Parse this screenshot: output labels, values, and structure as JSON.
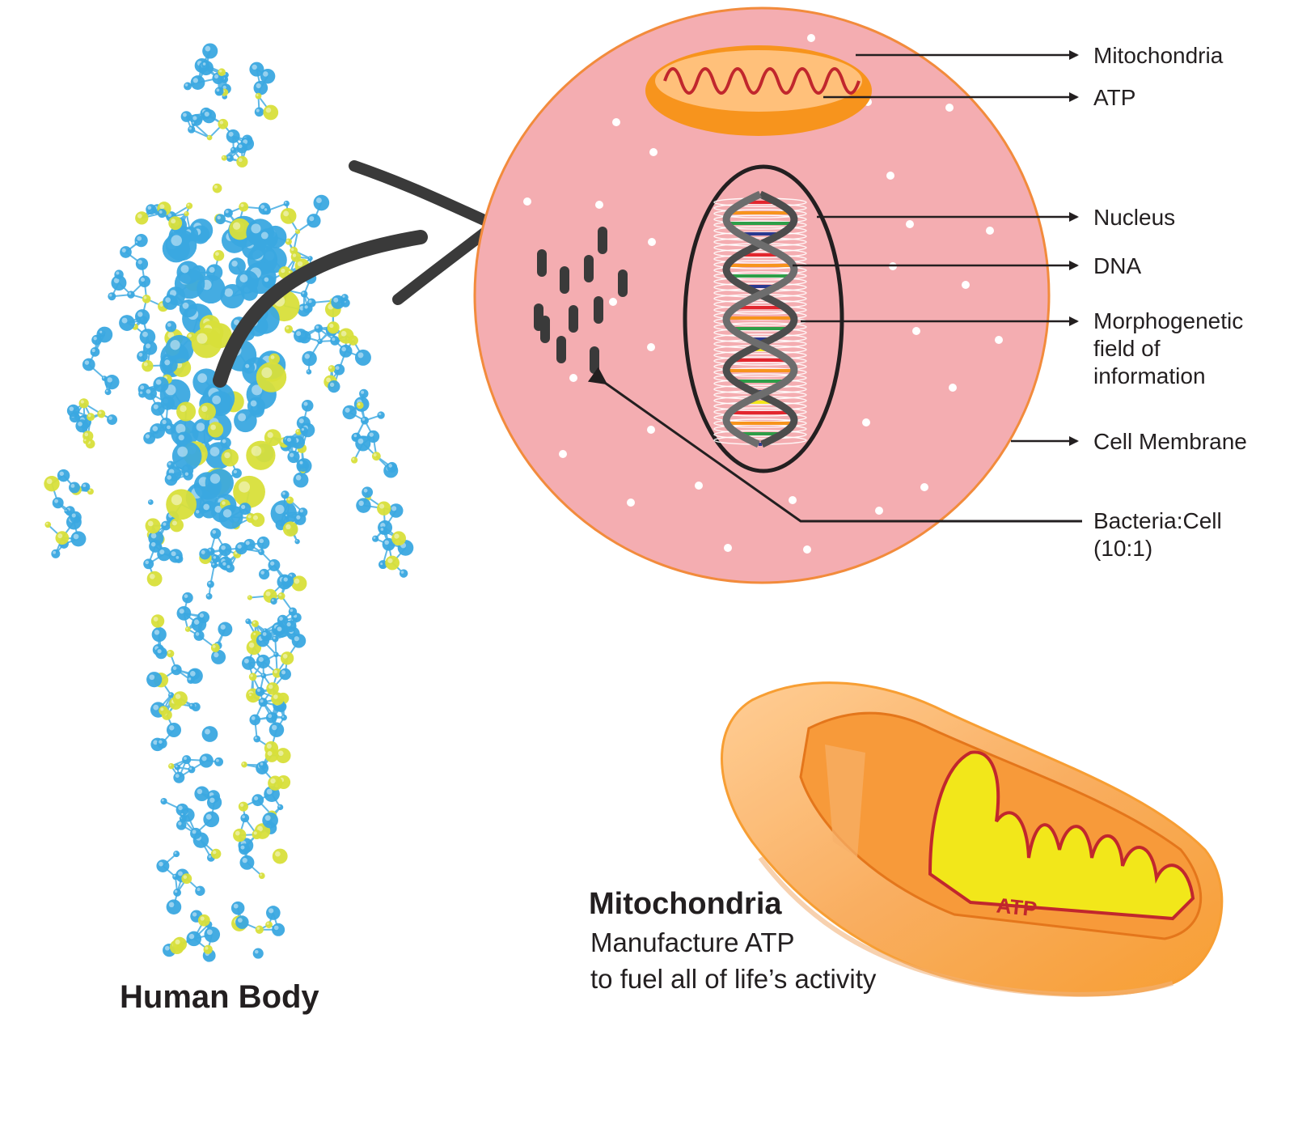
{
  "colors": {
    "cell_fill": "#f4adb1",
    "cell_border": "#f28b3c",
    "mito_outer": "#f7941d",
    "mito_inner_fill": "#ffc07a",
    "mito_cristae": "#c1272d",
    "atp_yellow": "#f2e71a",
    "body_blue": "#3aa8e0",
    "body_yellow": "#d8df3a",
    "arrow_dark": "#3a3a3a",
    "text": "#231f20"
  },
  "labels": {
    "mitochondria": "Mitochondria",
    "atp": "ATP",
    "nucleus": "Nucleus",
    "dna": "DNA",
    "morphogenetic": "Morphogenetic\nfield of\ninformation",
    "cell_membrane": "Cell Membrane",
    "bacteria": "Bacteria:Cell\n(10:1)"
  },
  "human_body": {
    "title": "Human Body",
    "icon": "molecular-human-figure-icon"
  },
  "mito_caption": {
    "title": "Mitochondria",
    "line1": "Manufacture ATP",
    "line2": "to fuel all of life’s activity",
    "atp_tag": "ATP"
  }
}
